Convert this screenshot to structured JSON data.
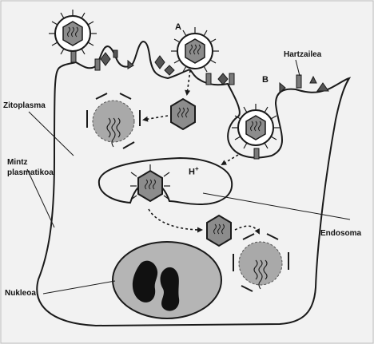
{
  "labels": {
    "a": "A",
    "b": "B",
    "hartzailea": "Hartzailea",
    "zitoplasma": "Zitoplasma",
    "mintz1": "Mintz",
    "mintz2": "plasmatikoa",
    "hplus": "H",
    "hplus_sup": "+",
    "endosoma": "Endosoma",
    "nukleoa": "Nukleoa"
  },
  "icons": {
    "virus": "virus-icon",
    "receptor": "receptor-icon",
    "capsid": "capsid-icon",
    "uncoating": "uncoating-virus-icon",
    "nucleus": "nucleus-icon"
  },
  "colors": {
    "line": "#1a1a1a",
    "capsid_fill": "#8c8c8c",
    "uncoat_fill": "#a9a9a9",
    "nucleus_fill": "#b5b5b5",
    "chromatin": "#111111"
  }
}
